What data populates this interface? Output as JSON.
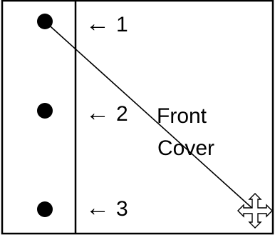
{
  "diagram": {
    "cover_label_line1": "Front",
    "cover_label_line2": "Cover",
    "markers": [
      {
        "arrow": "←",
        "number": "1"
      },
      {
        "arrow": "←",
        "number": "2"
      },
      {
        "arrow": "←",
        "number": "3"
      }
    ],
    "cursor_icon": "move-cursor-icon",
    "colors": {
      "stroke": "#000000",
      "background": "#ffffff",
      "dot": "#000000"
    }
  }
}
